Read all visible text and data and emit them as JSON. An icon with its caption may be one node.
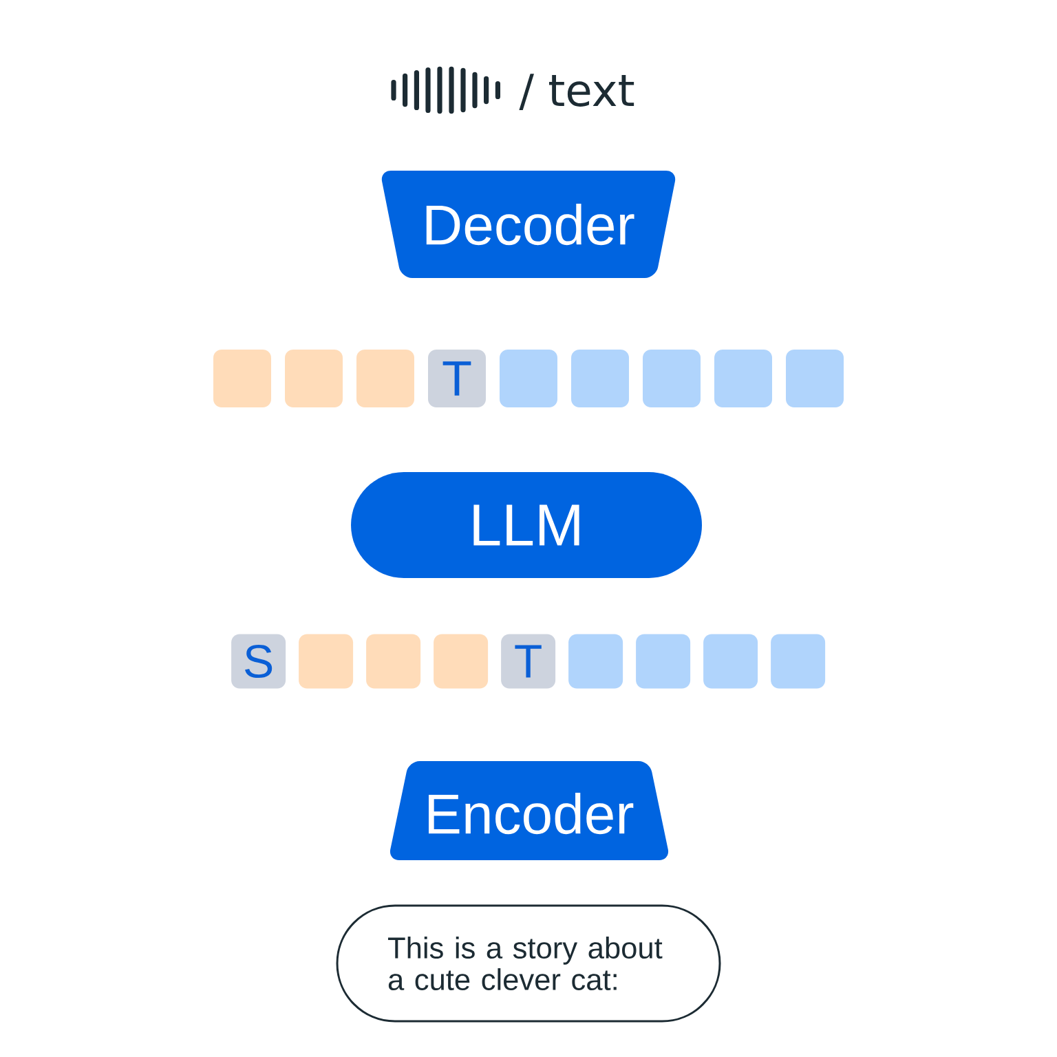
{
  "diagram": {
    "nodes": [
      {
        "text": [
          "Decoder"
        ]
      },
      {
        "text": [],
        "shape": "box"
      },
      {
        "text": [],
        "shape": "box"
      },
      {
        "text": [],
        "shape": "box"
      },
      {
        "text": [
          "T"
        ]
      },
      {
        "text": [],
        "shape": "box"
      },
      {
        "text": [],
        "shape": "box"
      },
      {
        "text": [],
        "shape": "box"
      },
      {
        "text": [],
        "shape": "box"
      },
      {
        "text": [],
        "shape": "box"
      },
      {
        "text": [
          "LLM"
        ]
      },
      {
        "text": [
          "S"
        ]
      },
      {
        "text": [],
        "shape": "box"
      },
      {
        "text": [],
        "shape": "box"
      },
      {
        "text": [],
        "shape": "box"
      },
      {
        "text": [
          "T"
        ]
      },
      {
        "text": [],
        "shape": "box"
      },
      {
        "text": [],
        "shape": "box"
      },
      {
        "text": [],
        "shape": "box"
      },
      {
        "text": [],
        "shape": "box"
      },
      {
        "text": [
          "Encoder"
        ]
      },
      {
        "text": [
          "This is a story about a cute clever cat:"
        ]
      }
    ],
    "labels": [
      "/ text"
    ]
  }
}
